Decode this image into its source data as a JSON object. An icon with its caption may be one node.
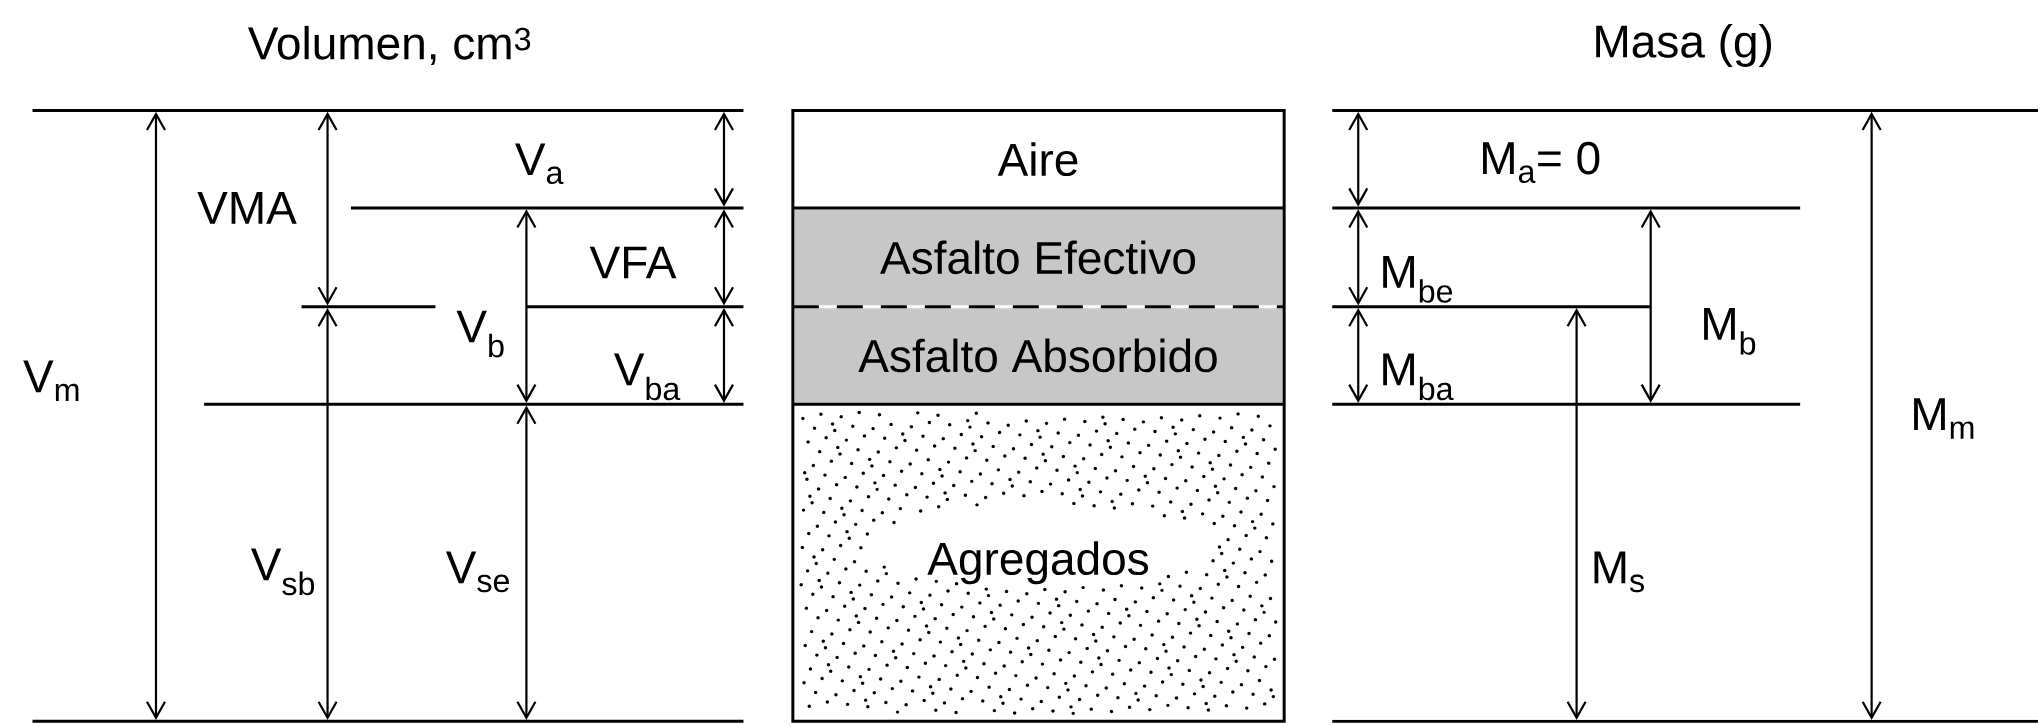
{
  "diagram": {
    "nodes": [
      {
        "text": [
          "Aire"
        ]
      },
      {
        "text": [
          "Asfalto Efectivo"
        ]
      },
      {
        "text": [
          "Asfalto Absorbido"
        ]
      },
      {
        "text": [
          "Agregados"
        ]
      }
    ],
    "labels": [
      "Volumen, cm$^{3}$",
      "Masa (g)",
      "V$_{a}$",
      "VMA",
      "VFA",
      "V$_{b}$",
      "V$_{m}$",
      "V$_{ba}$",
      "V$_{sb}$",
      "V$_{se}$",
      "M$_{a}$= 0",
      "M$_{be}$",
      "M$_{b}$",
      "M$_{ba}$",
      "M$_{m}$",
      "M$_{s}$"
    ]
  }
}
